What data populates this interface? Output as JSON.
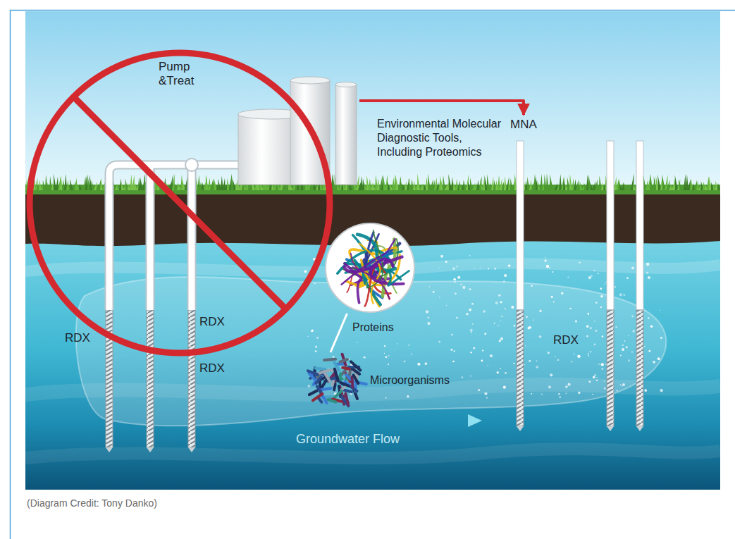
{
  "diagram": {
    "caption": "(Diagram Credit: Tony Danko)",
    "nodes": [
      {
        "text": [
          "Pump &Treat"
        ]
      },
      {
        "text": [
          "MNA"
        ]
      },
      {
        "text": [
          "Proteins"
        ]
      },
      {
        "text": [
          "Microorganisms"
        ]
      }
    ],
    "edges": [
      {
        "from": 0,
        "to": 1,
        "arrow": "to",
        "label": "Environmental Molecular Diagnostic Tools, Including Proteomics"
      },
      {
        "from": 3,
        "to": 2,
        "arrow": "none"
      }
    ],
    "labels": [
      "RDX",
      "RDX",
      "RDX",
      "RDX",
      "Groundwater Flow"
    ]
  }
}
